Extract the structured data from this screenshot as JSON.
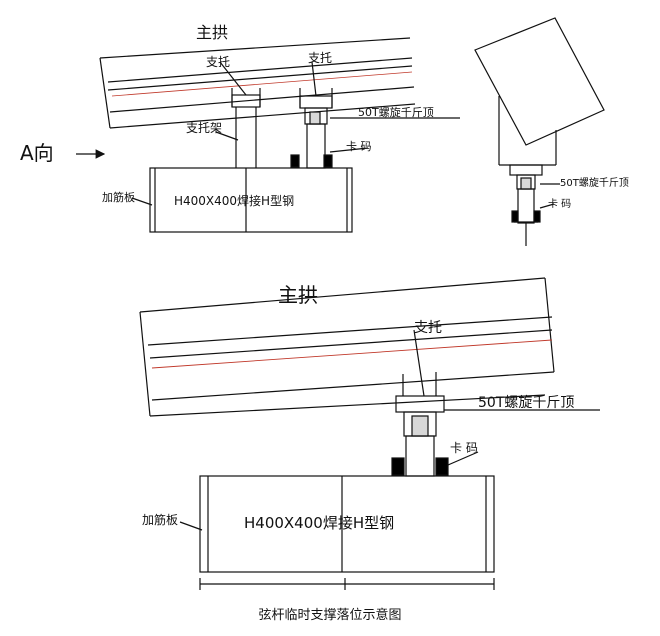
{
  "top_view": {
    "main_arch": "主拱",
    "support_a": "支托",
    "support_b": "支托",
    "support_frame": "支托架",
    "jack": "50T螺旋千斤顶",
    "clamp": "卡 码",
    "direction": "A向",
    "stiffener": "加筋板",
    "beam": "H400X400焊接H型钢"
  },
  "side_view": {
    "jack": "50T螺旋千斤顶",
    "clamp": "卡 码"
  },
  "bottom_view": {
    "main_arch": "主拱",
    "support": "支托",
    "jack": "50T螺旋千斤顶",
    "clamp": "卡 码",
    "stiffener": "加筋板",
    "beam": "H400X400焊接H型钢"
  },
  "caption": "弦杆临时支撑落位示意图",
  "colors": {
    "line": "#111111",
    "red_line": "#c0392b",
    "fill_dark": "#000000",
    "fill_gray": "#d8d8d8"
  }
}
